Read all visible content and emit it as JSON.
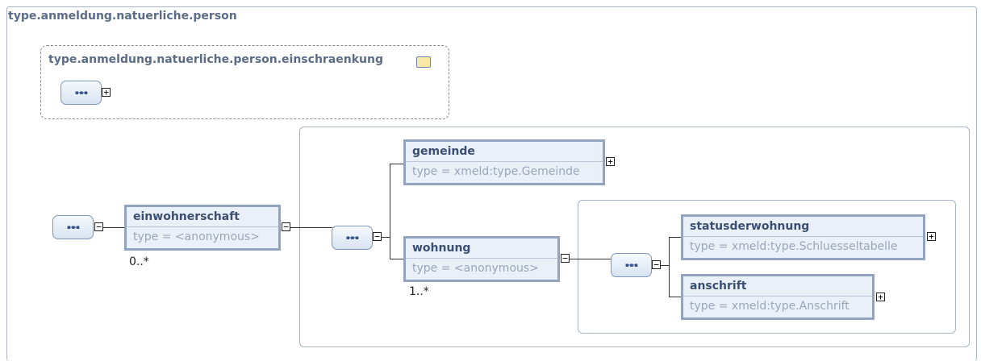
{
  "diagram": {
    "outer_title": "type.anmeldung.natuerliche.person",
    "group_title": "type.anmeldung.natuerliche.person.einschraenkung",
    "sequence_glyph": "▪-▪-▪",
    "collapse_glyph": "−",
    "expand_glyph": "+",
    "elements": {
      "einwohnerschaft": {
        "name": "einwohnerschaft",
        "type": "type = <anonymous>",
        "cardinality": "0..*"
      },
      "gemeinde": {
        "name": "gemeinde",
        "type": "type = xmeld:type.Gemeinde"
      },
      "wohnung": {
        "name": "wohnung",
        "type": "type = <anonymous>",
        "cardinality": "1..*"
      },
      "statusderwohnung": {
        "name": "statusderwohnung",
        "type": "type = xmeld:type.Schluesseltabelle"
      },
      "anschrift": {
        "name": "anschrift",
        "type": "type = xmeld:type.Anschrift"
      }
    }
  }
}
